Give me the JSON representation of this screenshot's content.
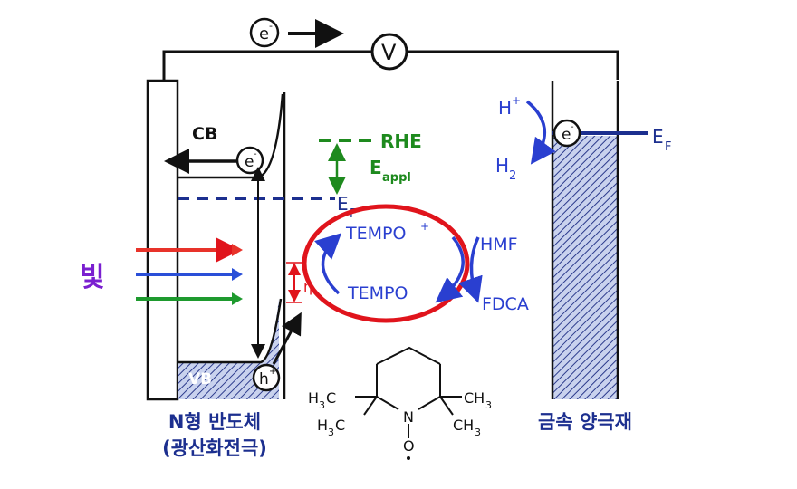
{
  "circuit": {
    "electron_label": "e",
    "electron_sup": "-",
    "voltmeter_label": "V"
  },
  "semiconductor": {
    "cb_label": "CB",
    "vb_label": "VB",
    "electron_label": "e",
    "electron_sup": "-",
    "hole_label": "h",
    "hole_sup": "+",
    "fermi_label": "E",
    "fermi_sub": "F",
    "caption_line1": "N형 반도체",
    "caption_line2": "(광산화전극)"
  },
  "light": {
    "label": "빛",
    "colors": [
      "#e8332a",
      "#2a4fd8",
      "#1e9a2e"
    ]
  },
  "potential": {
    "rhe_label": "RHE",
    "eappl_main": "E",
    "eappl_sub": "appl"
  },
  "reaction": {
    "oxidized": "TEMPO",
    "oxidized_sup": "+",
    "reduced": "TEMPO",
    "substrate": "HMF",
    "product": "FDCA",
    "eta_label": "η",
    "highlight_color": "#e0141c"
  },
  "molecule": {
    "h3c_left_top": "H",
    "h3c_left_top_sub": "3",
    "h3c_left_top_c": "C",
    "h3c_left_bottom": "H",
    "h3c_left_bottom_sub": "3",
    "h3c_left_bottom_c": "C",
    "ch3_right_top": "CH",
    "ch3_right_top_sub": "3",
    "ch3_right_bottom": "CH",
    "ch3_right_bottom_sub": "3",
    "nitrogen": "N",
    "oxygen": "O"
  },
  "metal": {
    "h_plus": "H",
    "h_plus_sup": "+",
    "h2": "H",
    "h2_sub": "2",
    "electron_label": "e",
    "electron_sup": "-",
    "fermi_label": "E",
    "fermi_sub": "F",
    "caption": "금속 양극재"
  },
  "colors": {
    "blue": "#2a3fd0",
    "green": "#1e8a1e",
    "purple": "#7a1fd0",
    "navy": "#1c2f8f",
    "dark": "#111111"
  }
}
